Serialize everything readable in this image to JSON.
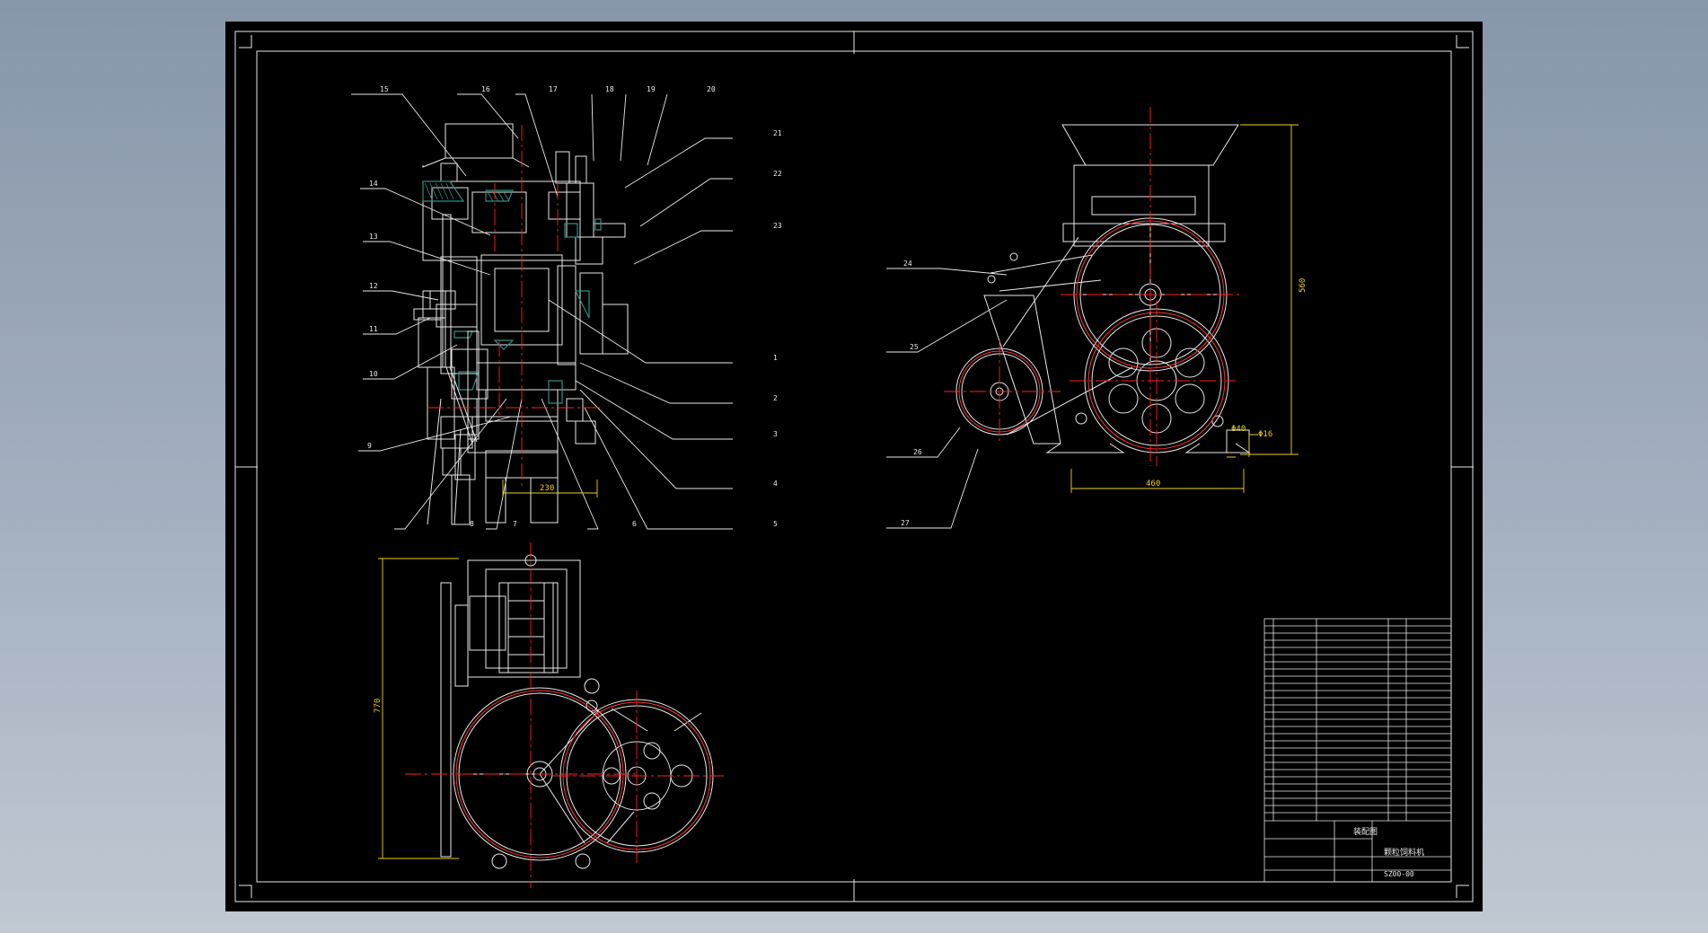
{
  "colors": {
    "line": "#e8e8e8",
    "center": "#ff2020",
    "dim": "#f0d020",
    "hatch": "#2f8f86",
    "bg": "#000000"
  },
  "leaders_left": [
    "15",
    "16",
    "17",
    "18",
    "19",
    "20",
    "14",
    "13",
    "12",
    "11",
    "10",
    "9",
    "8",
    "7",
    "6",
    "5",
    "4",
    "3",
    "2",
    "1",
    "21",
    "22",
    "23"
  ],
  "leaders_right": [
    "24",
    "25",
    "26",
    "27"
  ],
  "dims": {
    "front_width": "230",
    "side_height": "560",
    "side_width": "460",
    "phi_small": "Φ40",
    "phi_hole": "Φ16",
    "top_height": "770"
  },
  "title_block": {
    "drawing_type": "装配图",
    "machine_name": "颗粒饲料机",
    "drawing_number": "SZ00-00"
  }
}
